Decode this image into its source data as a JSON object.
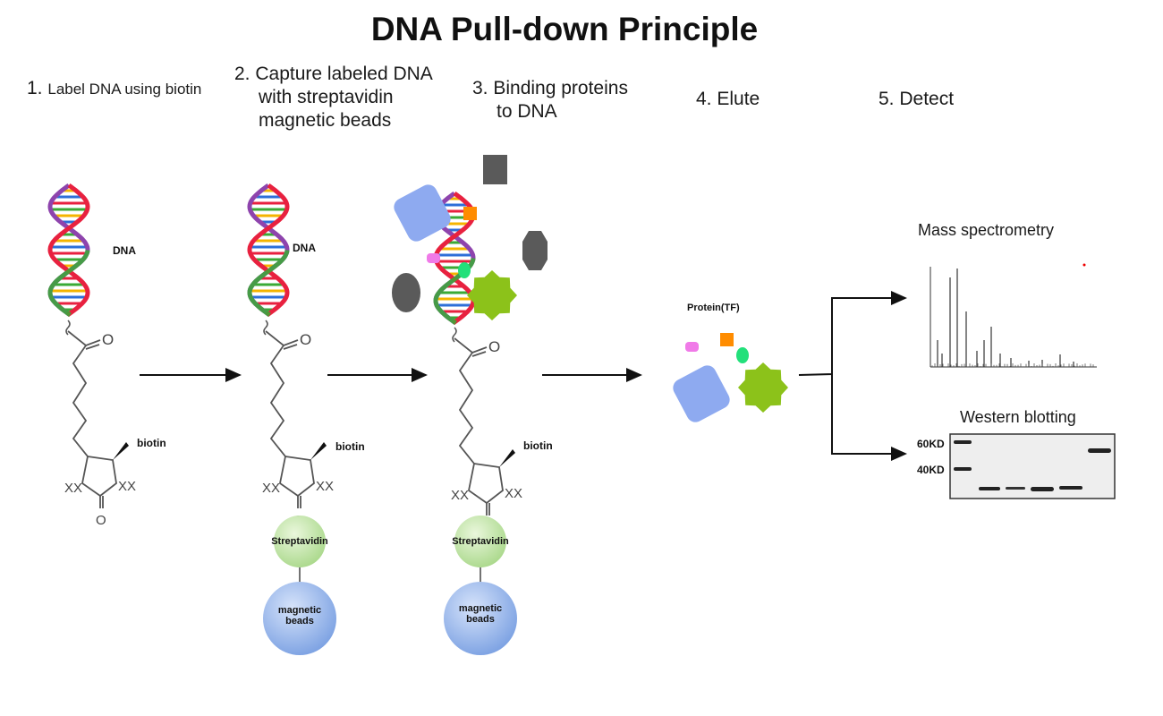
{
  "title": "DNA Pull-down Principle",
  "steps": [
    {
      "num": "1.",
      "text": "Label DNA using biotin"
    },
    {
      "num": "2.",
      "text_lines": [
        "Capture labeled DNA",
        "with streptavidin",
        "magnetic beads"
      ]
    },
    {
      "num": "3.",
      "text_lines": [
        "Binding proteins",
        "to DNA"
      ]
    },
    {
      "num": "4.",
      "text": "Elute"
    },
    {
      "num": "5.",
      "text": "Detect"
    }
  ],
  "labels": {
    "dna": "DNA",
    "biotin": "biotin",
    "streptavidin": "Streptavidin",
    "magnetic_beads": "magnetic\nbeads",
    "protein": "Protein(TF)",
    "mass_spec": "Mass spectrometry",
    "western": "Western blotting",
    "kd60": "60KD",
    "kd40": "40KD",
    "atom_o": "O",
    "atom_xx": "XX"
  },
  "colors": {
    "dna_strand_a": "#e8213f",
    "dna_strand_b": "#8e44ad",
    "dna_strand_c": "#3aaa35",
    "rung_colors": [
      "#f5b400",
      "#2e6fd8",
      "#e8213f",
      "#3aaa35"
    ],
    "streptavidin": "#b9e29a",
    "beads": "#8fb2e8",
    "protein_blue": "#8eaaf0",
    "protein_green": "#8cc21a",
    "protein_orange": "#ff8c00",
    "protein_pink": "#f07ae8",
    "protein_mint": "#22e07a",
    "protein_gray": "#5a5a5a",
    "arrow": "#111111"
  }
}
